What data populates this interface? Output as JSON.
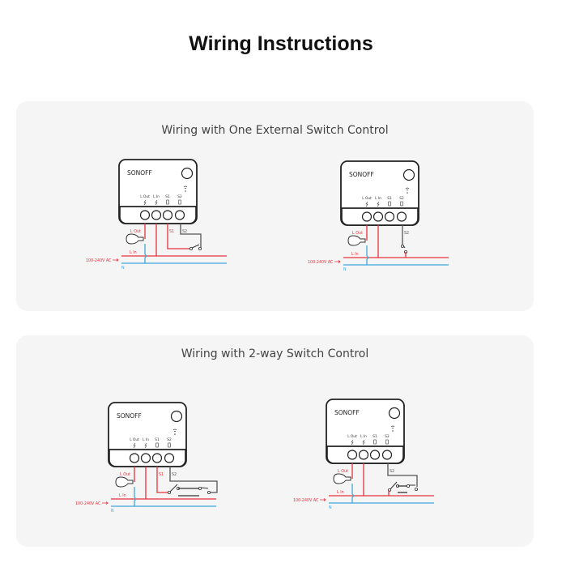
{
  "page": {
    "title": "Wiring Instructions"
  },
  "sections": [
    {
      "subtitle": "Wiring with One External Switch Control",
      "diagrams": [
        "s1-single",
        "s2-single"
      ]
    },
    {
      "subtitle": "Wiring with 2-way Switch Control",
      "diagrams": [
        "s1-2way",
        "s2-2way"
      ]
    }
  ],
  "device": {
    "brand": "SONOFF",
    "terminals": [
      "L Out",
      "L In",
      "S1",
      "S2"
    ]
  },
  "wire_labels": {
    "l_out": "L Out",
    "l_in": "L In",
    "neutral": "N",
    "voltage": "100-240V AC",
    "s1": "S1",
    "s2": "S2"
  },
  "colors": {
    "live": "#e8323c",
    "neutral": "#3ea6e0",
    "switch_wire": "#555555",
    "panel": "#f5f5f5"
  }
}
